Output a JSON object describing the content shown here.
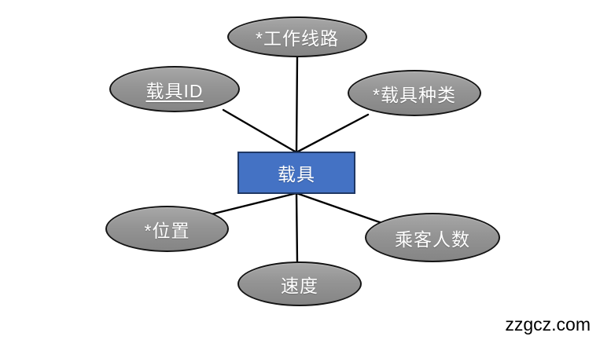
{
  "diagram": {
    "type": "entity-relationship",
    "entity": {
      "label": "载具"
    },
    "attributes": [
      {
        "label": "*工作线路",
        "key": false,
        "position": "top"
      },
      {
        "label": "载具ID",
        "key": true,
        "position": "upper-left"
      },
      {
        "label": "*载具种类",
        "key": false,
        "position": "upper-right"
      },
      {
        "label": "*位置",
        "key": false,
        "position": "lower-left"
      },
      {
        "label": "速度",
        "key": false,
        "position": "bottom"
      },
      {
        "label": "乘客人数",
        "key": false,
        "position": "lower-right"
      }
    ]
  },
  "watermark": {
    "text": "zzgcz.com"
  },
  "colors": {
    "entity_fill": "#4472c4",
    "entity_border": "#203864",
    "attribute_fill": "#949494",
    "attribute_border": "#141414",
    "connector": "#000000",
    "node_text": "#ffffff",
    "watermark_text": "#000000",
    "background": "#ffffff"
  }
}
